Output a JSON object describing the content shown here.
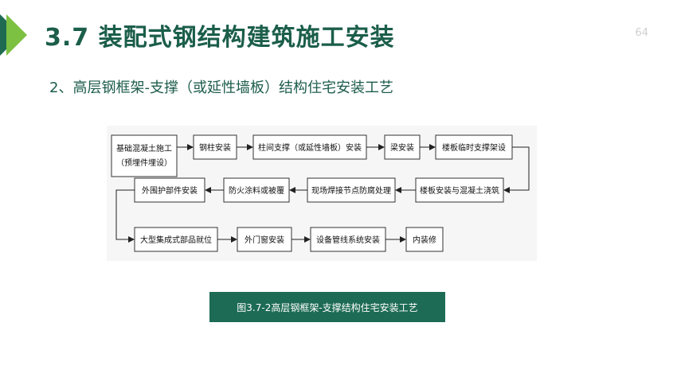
{
  "slide": {
    "title": "3.7 装配式钢结构建筑施工安装",
    "page_number": "64",
    "subtitle": "2、高层钢框架-支撑（或延性墙板）结构住宅安装工艺",
    "caption": "图3.7-2高层钢框架-支撑结构住宅安装工艺",
    "colors": {
      "title": "#1b5e4a",
      "caption_bg": "#1d6b55",
      "chevron_dark": "#1f6b52",
      "chevron_light": "#7cc142"
    }
  },
  "flowchart": {
    "row1": [
      {
        "line1": "基础混凝土施工",
        "line2": "（预埋件埋设）"
      },
      {
        "line1": "钢柱安装"
      },
      {
        "line1": "柱间支撑（或延性墙板）安装"
      },
      {
        "line1": "梁安装"
      },
      {
        "line1": "楼板临时支撑架设"
      }
    ],
    "row2": [
      {
        "line1": "外围护部件安装"
      },
      {
        "line1": "防火涂料或被覆"
      },
      {
        "line1": "现场焊接节点防腐处理"
      },
      {
        "line1": "楼板安装与混凝土浇筑"
      }
    ],
    "row3": [
      {
        "line1": "大型集成式部品就位"
      },
      {
        "line1": "外门窗安装"
      },
      {
        "line1": "设备管线系统安装"
      },
      {
        "line1": "内装修"
      }
    ]
  }
}
